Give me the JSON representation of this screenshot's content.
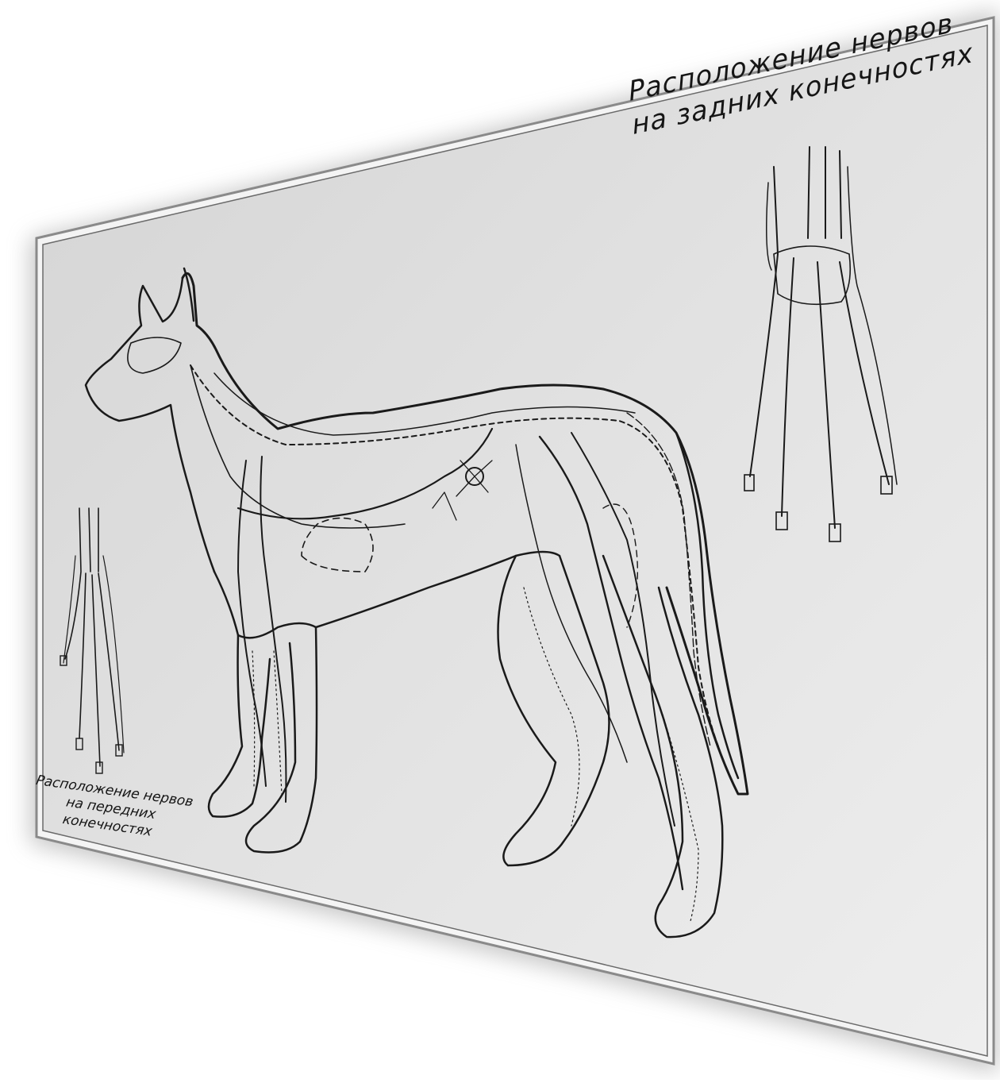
{
  "diagram": {
    "hind_caption": {
      "line1": "Расположение нервов",
      "line2": "на задних конечностях"
    },
    "front_caption": {
      "line1": "Расположение нервов",
      "line2": "на передних",
      "line3": "конечностях"
    }
  },
  "colors": {
    "board": "#dcdcdc",
    "ink": "#1a1a1a",
    "frame": "#8a8a8a"
  }
}
